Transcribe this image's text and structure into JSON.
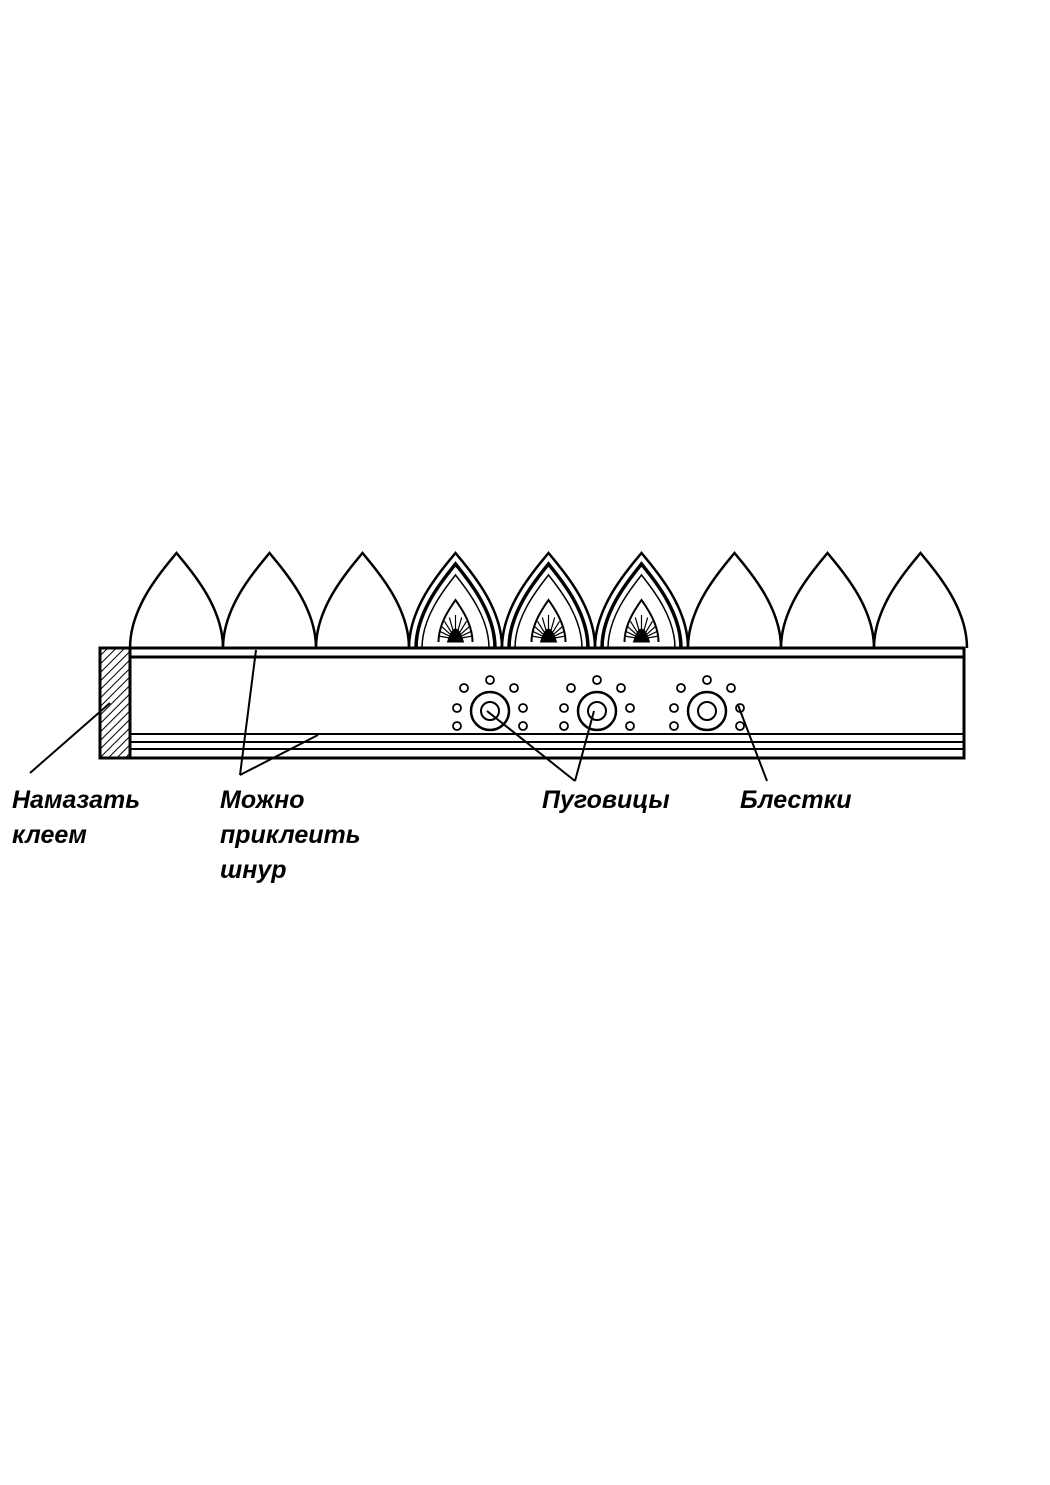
{
  "diagram": {
    "colors": {
      "ink": "#000000",
      "paper": "#ffffff"
    },
    "labels": {
      "glue": [
        "Намазать",
        "клеем"
      ],
      "cord": [
        "Можно",
        "приклеить",
        "шнур"
      ],
      "buttons": [
        "Пуговицы"
      ],
      "sequins": [
        "Блестки"
      ]
    },
    "parts": {
      "plain_tooth_count": 6,
      "ornamented_tooth_count": 3,
      "button_count": 3,
      "sequins_per_button": 7
    }
  }
}
